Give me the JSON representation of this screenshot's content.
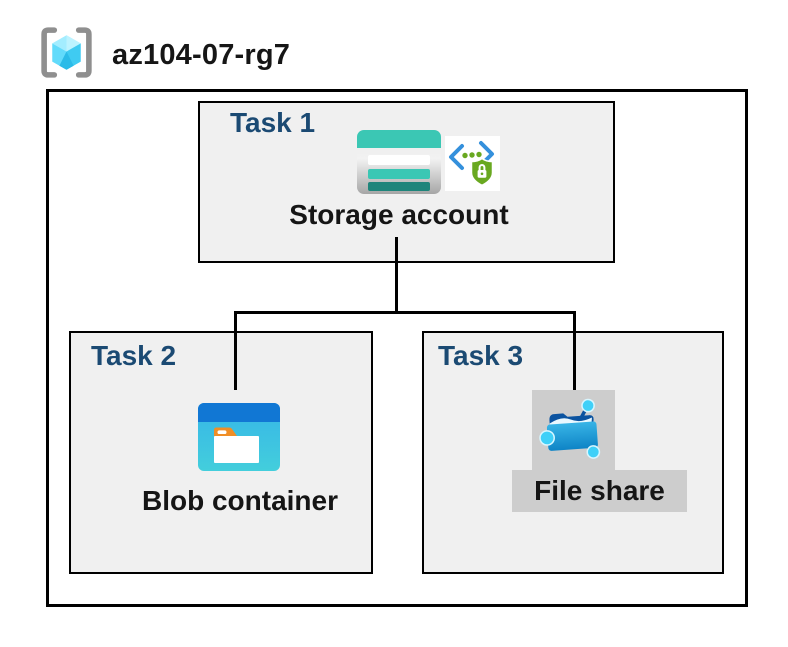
{
  "header": {
    "resource_group_name": "az104-07-rg7",
    "icon": "resource-group-icon"
  },
  "tasks": [
    {
      "label": "Task 1",
      "resource": "Storage account",
      "icons": [
        "storage-account-icon",
        "secure-access-endpoint-icon"
      ]
    },
    {
      "label": "Task 2",
      "resource": "Blob container",
      "icons": [
        "blob-container-icon"
      ]
    },
    {
      "label": "Task 3",
      "resource": "File share",
      "icons": [
        "file-share-icon"
      ]
    }
  ],
  "connections": [
    {
      "from": "Storage account",
      "to": "Blob container"
    },
    {
      "from": "Storage account",
      "to": "File share"
    }
  ],
  "colors": {
    "task_label": "#1B4A73",
    "task_box_bg": "#F0F0F0",
    "border": "#000000",
    "storage_teal": "#3BC7B4",
    "storage_teal_dark": "#1E857B",
    "blob_header_blue": "#1177D4",
    "blob_body_blue": "#36B5E8",
    "folder_tab_orange": "#F08E26",
    "file_share_bg_gray": "#CDCDCD",
    "node_cyan": "#3FD0F8",
    "shield_green": "#69A820",
    "bracket_blue": "#3490DC",
    "cube_cyan": "#58D7F7",
    "bracket_gray": "#8F8F8F"
  }
}
